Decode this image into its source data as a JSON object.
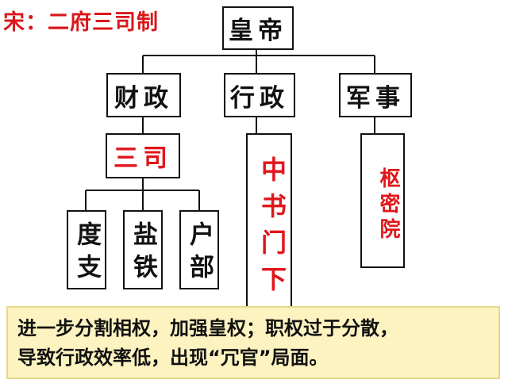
{
  "title": "宋：二府三司制",
  "nodes": {
    "emperor": "皇帝",
    "finance": "财政",
    "administration": "行政",
    "military": "军事",
    "sansi": "三司",
    "duzhi": "度支",
    "yantie": "盐铁",
    "hubu": "户部",
    "zhongshu_menxia": "中书门下",
    "shumiyuan": "枢密院"
  },
  "note": {
    "line1": "进一步分割相权，加强皇权；职权过于分散，",
    "line2": "导致行政效率低，出现“冗官”局面。"
  },
  "colors": {
    "title": "#d8181c",
    "red_text": "#e0161b",
    "note_background": "#fdf3c0"
  }
}
